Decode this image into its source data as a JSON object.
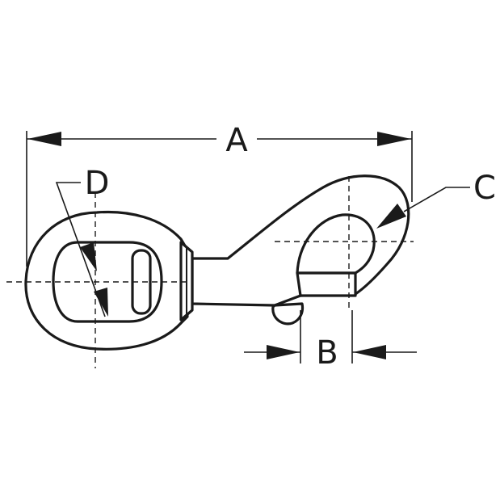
{
  "diagram": {
    "labels": {
      "overall_length": "A",
      "gate_opening": "B",
      "hook_throat": "C",
      "eye_inside": "D"
    },
    "colors": {
      "line": "#1a1a1a",
      "background": "#ffffff"
    }
  }
}
